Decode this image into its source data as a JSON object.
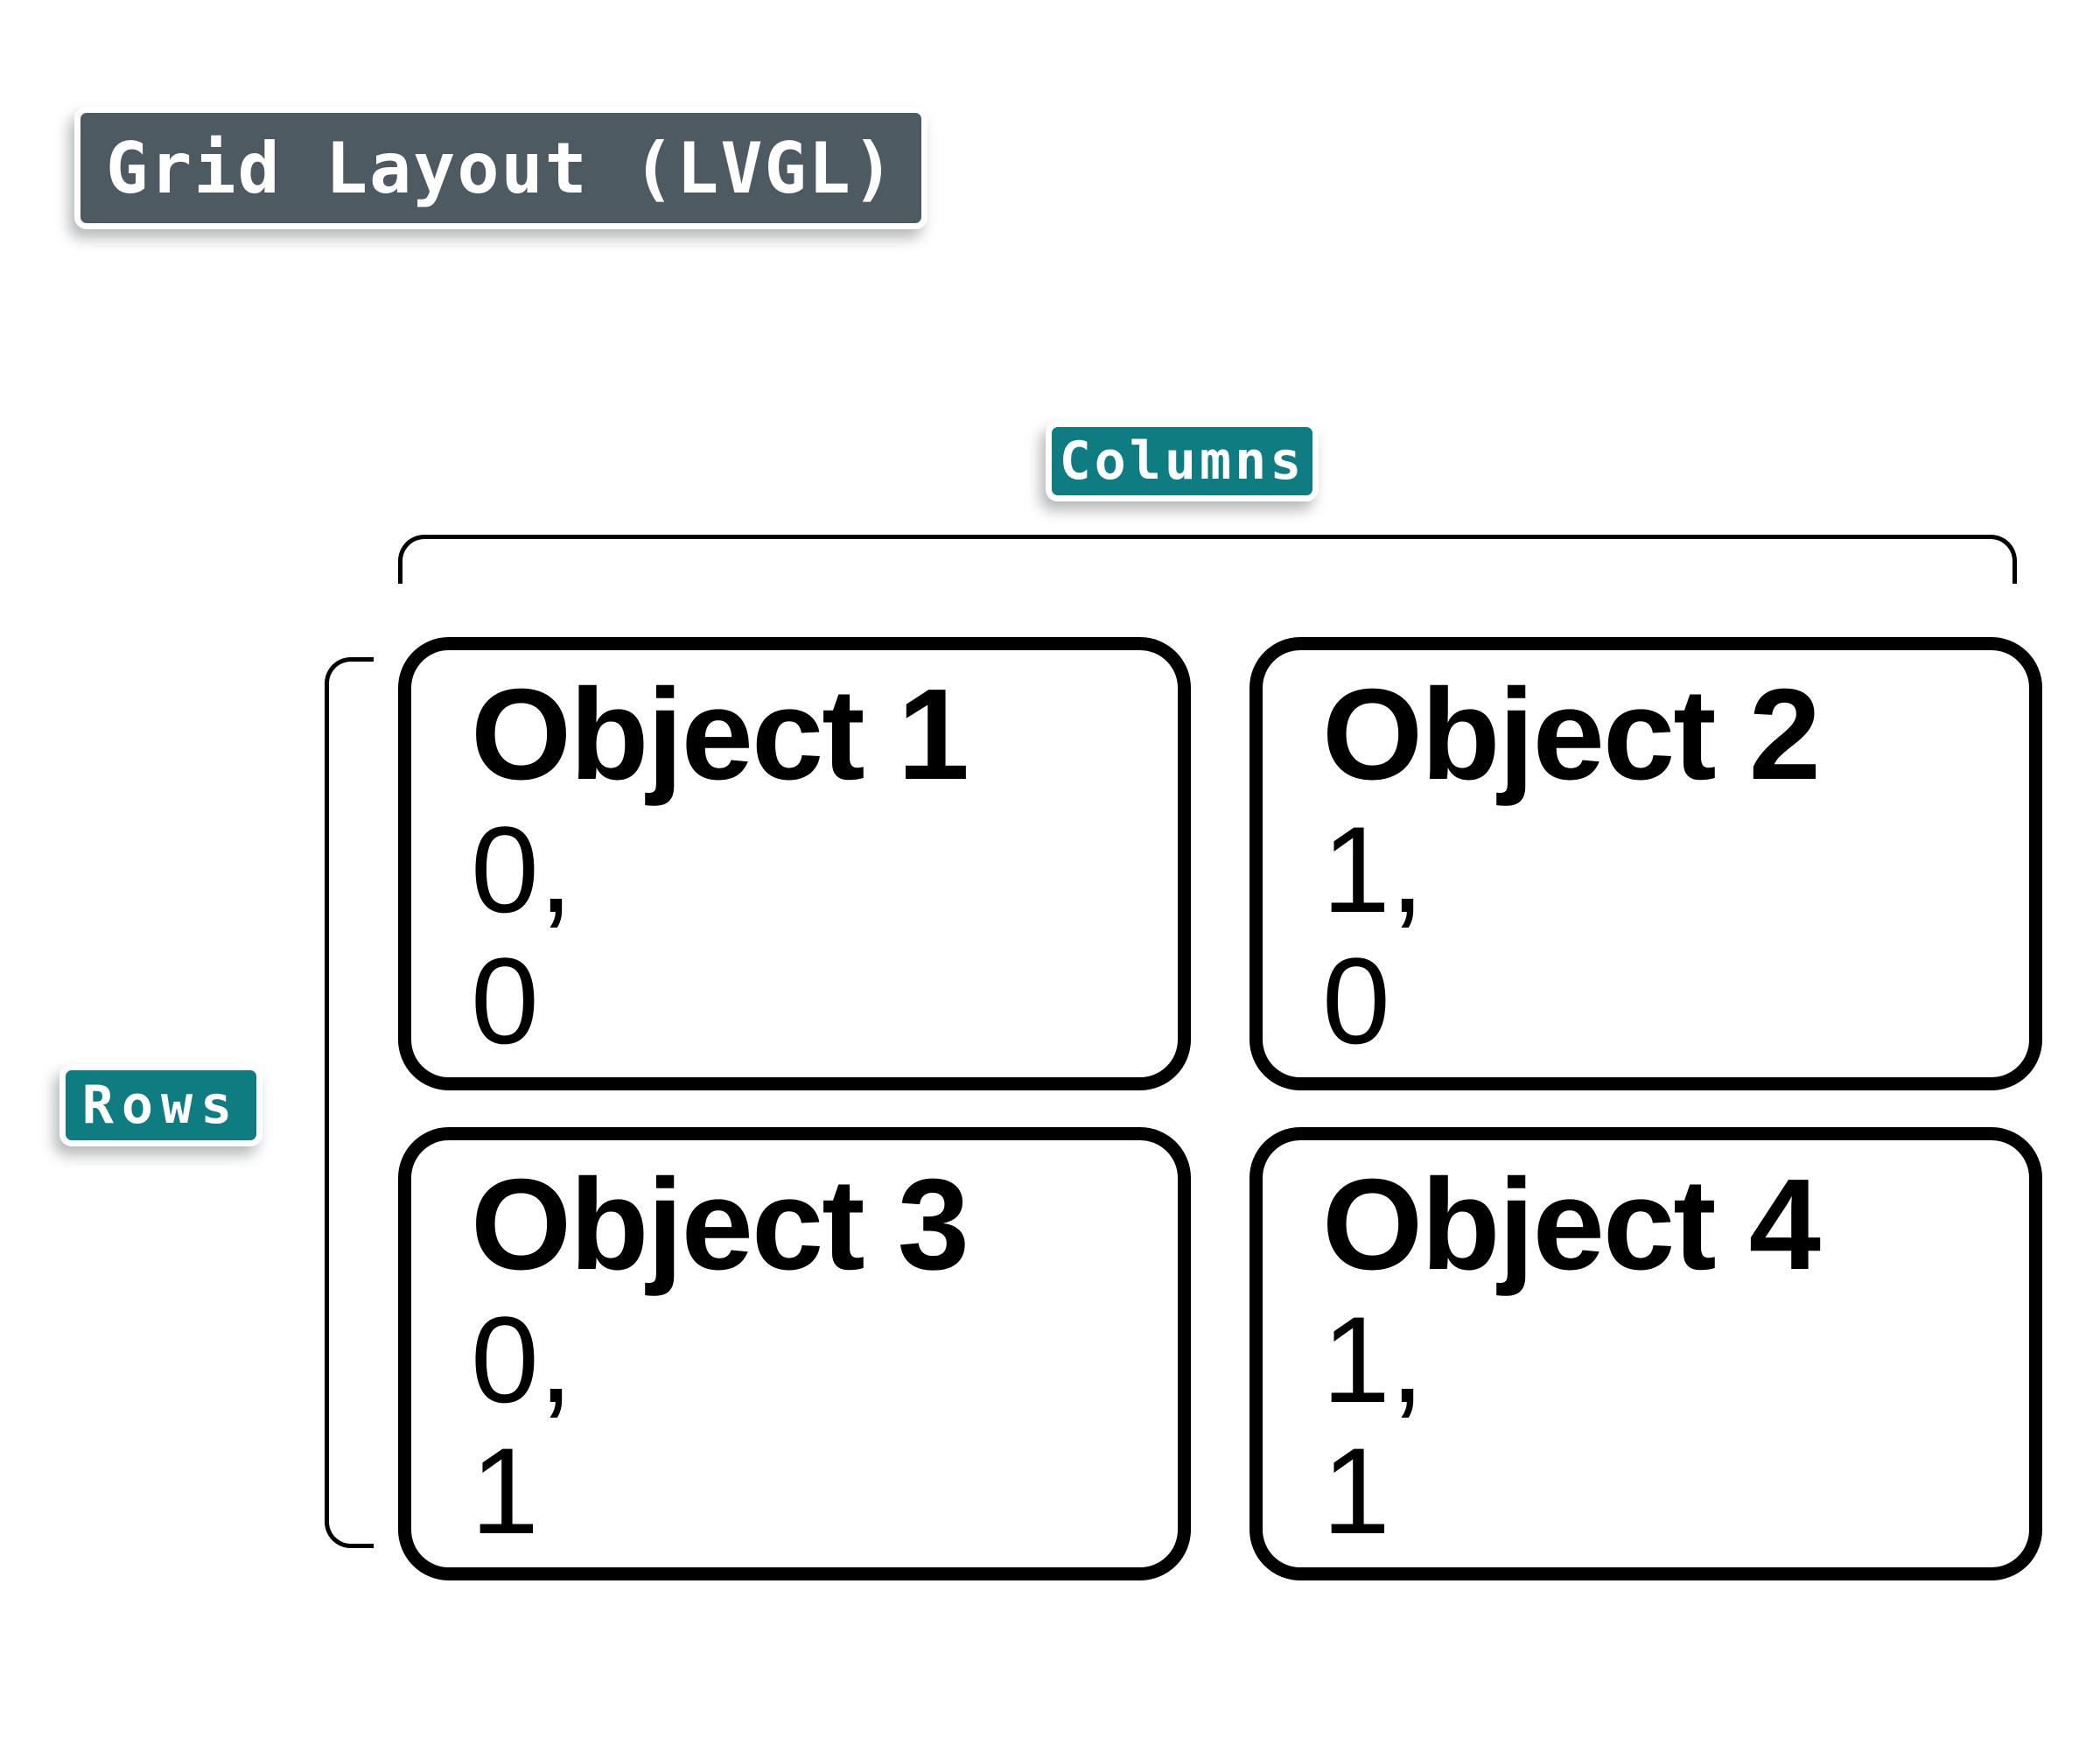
{
  "title": "Grid Layout (LVGL)",
  "labels": {
    "columns": "Columns",
    "rows": "Rows"
  },
  "colors": {
    "badge_teal": "#0f7c81",
    "badge_slate": "#4d5a62",
    "box_border": "#000000",
    "background": "#ffffff",
    "badge_text": "#ffffff"
  },
  "grid": {
    "columns_count": 2,
    "rows_count": 2,
    "objects": [
      {
        "name": "Object 1",
        "coords": [
          "0,",
          "0"
        ]
      },
      {
        "name": "Object 2",
        "coords": [
          "1,",
          "0"
        ]
      },
      {
        "name": "Object 3",
        "coords": [
          "0,",
          "1"
        ]
      },
      {
        "name": "Object 4",
        "coords": [
          "1,",
          "1"
        ]
      }
    ]
  }
}
